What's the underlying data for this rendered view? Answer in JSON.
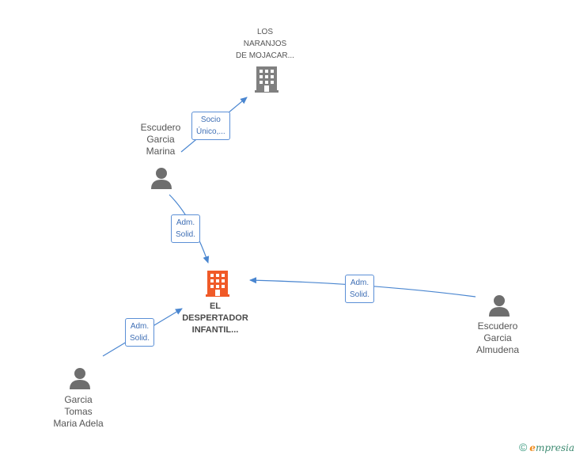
{
  "nodes": {
    "company_top": {
      "lines": [
        "LOS",
        "NARANJOS",
        "DE MOJACAR..."
      ]
    },
    "company_main": {
      "lines": [
        "EL",
        "DESPERTADOR",
        "INFANTIL..."
      ]
    },
    "person_marina": {
      "lines": [
        "Escudero",
        "Garcia",
        "Marina"
      ]
    },
    "person_almudena": {
      "lines": [
        "Escudero",
        "Garcia",
        "Almudena"
      ]
    },
    "person_adela": {
      "lines": [
        "Garcia",
        "Tomas",
        "Maria Adela"
      ]
    }
  },
  "edges": {
    "marina_to_top": {
      "lines": [
        "Socio",
        "Único,..."
      ]
    },
    "marina_to_main": {
      "lines": [
        "Adm.",
        "Solid."
      ]
    },
    "almudena_to_main": {
      "lines": [
        "Adm.",
        "Solid."
      ]
    },
    "adela_to_main": {
      "lines": [
        "Adm.",
        "Solid."
      ]
    }
  },
  "colors": {
    "edge": "#4a86d0",
    "company_main": "#f05a28",
    "company_other": "#808080",
    "person": "#6e6e6e"
  },
  "brand": {
    "copyright": "©",
    "initial": "e",
    "rest": "mpresia"
  }
}
